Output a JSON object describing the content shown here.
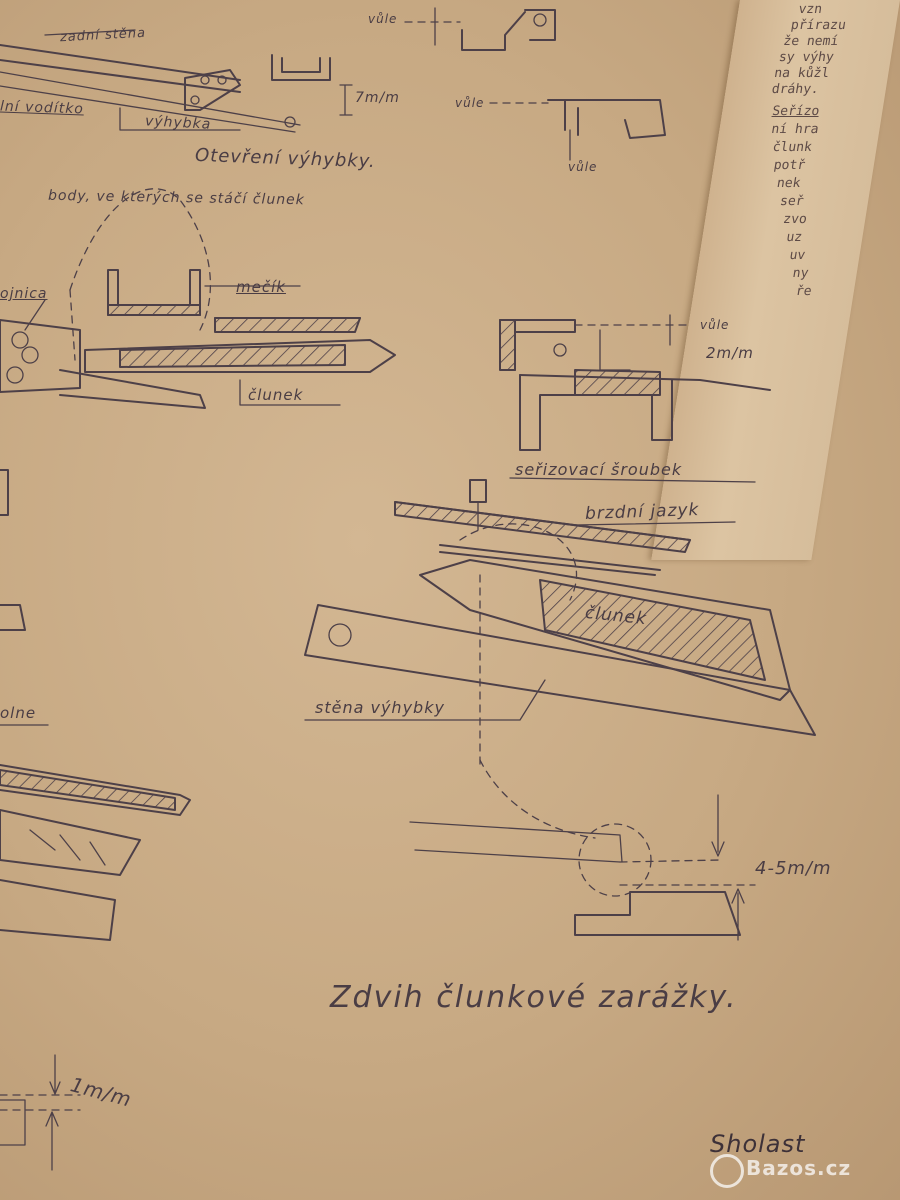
{
  "page_edge_text": [
    "vzn",
    "přírazu",
    "že nemí",
    "sy výhy",
    "na kůžl",
    "dráhy.",
    "Seřízo",
    "ní hra",
    "člunk",
    "potř",
    "nek",
    "seř",
    "zvo",
    "uz",
    "uv",
    "ny",
    "ře"
  ],
  "labels": {
    "zadni_stena": "zadní stěna",
    "vodicko": "lní vodítko",
    "vyhybka": "výhybka",
    "seven_mm": "7m/m",
    "vule_1": "vůle",
    "vule_2": "vůle",
    "vule_3": "vůle",
    "otevreni": "Otevření výhybky.",
    "body": "body, ve kterých se stáčí člunek",
    "ojnice": "ojnica",
    "mecik": "mečík",
    "clunek_1": "člunek",
    "vule_2mm_a": "vůle",
    "vule_2mm_b": "2m/m",
    "serizovaci": "seřizovací šroubek",
    "brzdni": "brzdní jazyk",
    "clunek_2": "člunek",
    "stena_vyhybky": "stěna výhybky",
    "olne": "olne",
    "dim_4_5": "4-5m/m",
    "zdvih": "Zdvih člunkové zarážky.",
    "dim_1": "1m/m",
    "signature": "Sholast"
  },
  "watermark": "Bazos.cz",
  "colors": {
    "ink": "#4d4048",
    "paper": "#c7a983"
  }
}
